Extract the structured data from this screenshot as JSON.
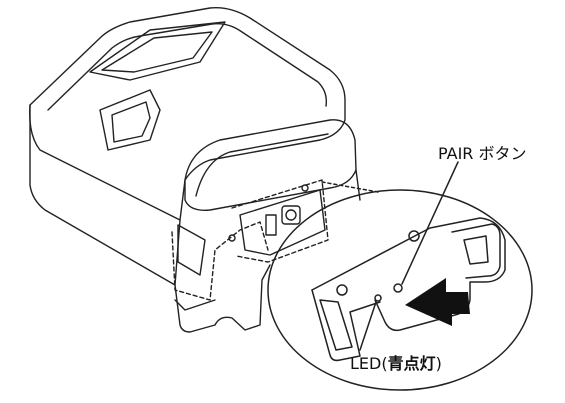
{
  "labels": {
    "pair_button": "PAIR ボタン",
    "led_prefix": "LED(",
    "led_state": "青点灯",
    "led_suffix": ")"
  },
  "colors": {
    "line": "#222222",
    "arrow": "#111111",
    "background": "#ffffff"
  },
  "icons": {
    "arrow": "press-arrow-icon",
    "printer": "printer-illustration",
    "callout": "magnified-callout"
  }
}
